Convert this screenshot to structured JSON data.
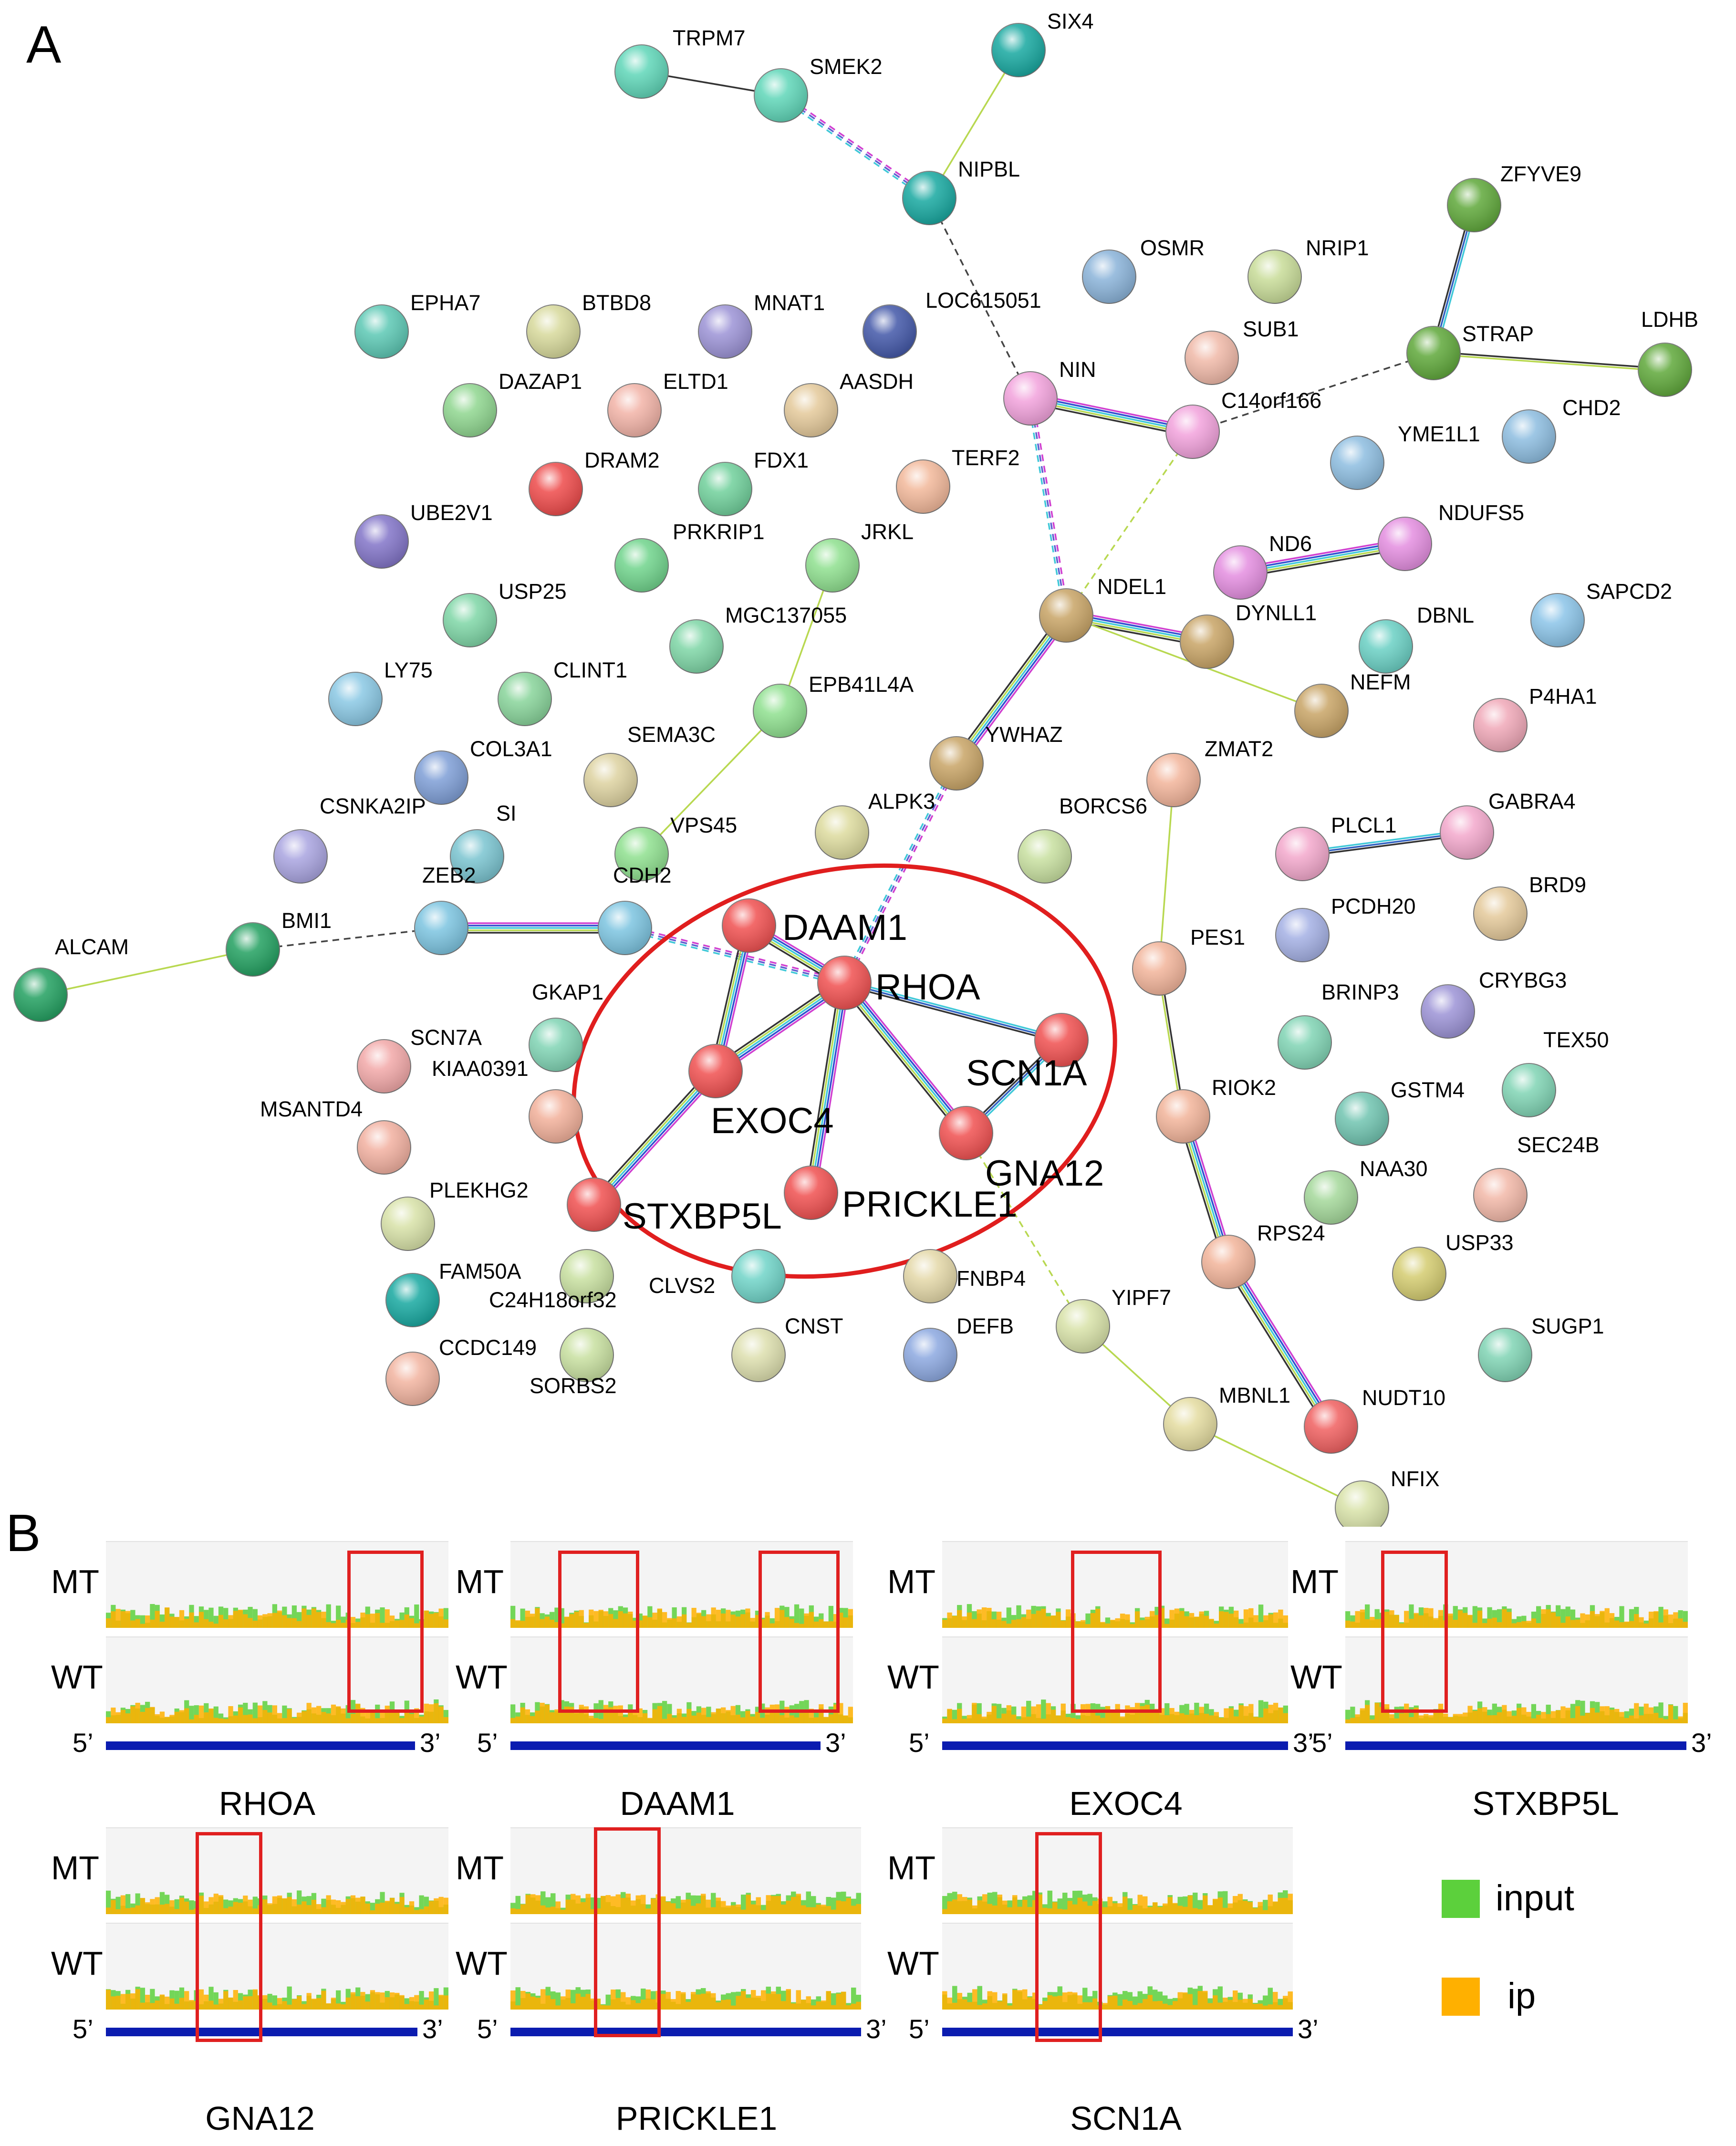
{
  "panel_a": {
    "letter": "A",
    "nodes": [
      {
        "id": "TRPM7",
        "color": "#5fd6b8"
      },
      {
        "id": "SMEK2",
        "color": "#5fd6b8"
      },
      {
        "id": "SIX4",
        "color": "#17a8a0"
      },
      {
        "id": "NIPBL",
        "color": "#17a8a0"
      },
      {
        "id": "ZFYVE9",
        "color": "#5fa83a"
      },
      {
        "id": "OSMR",
        "color": "#8ab3d9"
      },
      {
        "id": "NRIP1",
        "color": "#c8dc98"
      },
      {
        "id": "EPHA7",
        "color": "#5cc8b4"
      },
      {
        "id": "BTBD8",
        "color": "#d7d99b"
      },
      {
        "id": "MNAT1",
        "color": "#9c93d6"
      },
      {
        "id": "LOC615051",
        "color": "#4257a8"
      },
      {
        "id": "SUB1",
        "color": "#f0b9a8"
      },
      {
        "id": "STRAP",
        "color": "#5fa83a"
      },
      {
        "id": "LDHB",
        "color": "#5fa83a"
      },
      {
        "id": "DAZAP1",
        "color": "#8fd68f"
      },
      {
        "id": "ELTD1",
        "color": "#f2b3a7"
      },
      {
        "id": "AASDH",
        "color": "#e4c99a"
      },
      {
        "id": "NIN",
        "color": "#f2a2dc"
      },
      {
        "id": "C14orf166",
        "color": "#f2a2dc"
      },
      {
        "id": "YME1L1",
        "color": "#8dbde0"
      },
      {
        "id": "CHD2",
        "color": "#8dbde0"
      },
      {
        "id": "DRAM2",
        "color": "#ee4a4a"
      },
      {
        "id": "FDX1",
        "color": "#70d09b"
      },
      {
        "id": "TERF2",
        "color": "#f2b89a"
      },
      {
        "id": "UBE2V1",
        "color": "#8274c8"
      },
      {
        "id": "PRKRIP1",
        "color": "#70d48c"
      },
      {
        "id": "JRKL",
        "color": "#8fe08f"
      },
      {
        "id": "ND6",
        "color": "#e48ee0"
      },
      {
        "id": "NDUFS5",
        "color": "#e48ee0"
      },
      {
        "id": "USP25",
        "color": "#7ed6a6"
      },
      {
        "id": "MGC137055",
        "color": "#7ed6a6"
      },
      {
        "id": "NDEL1",
        "color": "#c8a466"
      },
      {
        "id": "DYNLL1",
        "color": "#c8a466"
      },
      {
        "id": "DBNL",
        "color": "#6ad0c4"
      },
      {
        "id": "SAPCD2",
        "color": "#8bc4e8"
      },
      {
        "id": "LY75",
        "color": "#8ac8e4"
      },
      {
        "id": "CLINT1",
        "color": "#88d49a"
      },
      {
        "id": "EPB41L4A",
        "color": "#8fe08f"
      },
      {
        "id": "NEFM",
        "color": "#c8a466"
      },
      {
        "id": "P4HA1",
        "color": "#f0a8b8"
      },
      {
        "id": "COL3A1",
        "color": "#7e9ed6"
      },
      {
        "id": "SEMA3C",
        "color": "#ddd2a0"
      },
      {
        "id": "YWHAZ",
        "color": "#c8a466"
      },
      {
        "id": "ZMAT2",
        "color": "#f2b49a"
      },
      {
        "id": "CSNKA2IP",
        "color": "#a9a4e0"
      },
      {
        "id": "SI",
        "color": "#7ac4d0"
      },
      {
        "id": "VPS45",
        "color": "#8fe08f"
      },
      {
        "id": "ALPK3",
        "color": "#dddb9e"
      },
      {
        "id": "BORCS6",
        "color": "#c8e0a0"
      },
      {
        "id": "PLCL1",
        "color": "#f3a8cc"
      },
      {
        "id": "GABRA4",
        "color": "#f3a8cc"
      },
      {
        "id": "ALCAM",
        "color": "#22a060"
      },
      {
        "id": "BMI1",
        "color": "#22a060"
      },
      {
        "id": "ZEB2",
        "color": "#7cc4e0"
      },
      {
        "id": "CDH2",
        "color": "#7cc4e0"
      },
      {
        "id": "DAAM1",
        "color": "#f05050"
      },
      {
        "id": "RHOA",
        "color": "#f05050"
      },
      {
        "id": "PES1",
        "color": "#f2b49a"
      },
      {
        "id": "PCDH20",
        "color": "#a4b0e4"
      },
      {
        "id": "BRD9",
        "color": "#e4c99a"
      },
      {
        "id": "GKAP1",
        "color": "#80d4b4"
      },
      {
        "id": "SCN1A",
        "color": "#f05050"
      },
      {
        "id": "CRYBG3",
        "color": "#9c93d6"
      },
      {
        "id": "SCN7A",
        "color": "#f2a8a8"
      },
      {
        "id": "KIAA0391",
        "color": "#f2b09a"
      },
      {
        "id": "EXOC4",
        "color": "#f05050"
      },
      {
        "id": "BRINP3",
        "color": "#80d4b4"
      },
      {
        "id": "TEX50",
        "color": "#80d4b4"
      },
      {
        "id": "MSANTD4",
        "color": "#f2b0a0"
      },
      {
        "id": "GNA12",
        "color": "#f05050"
      },
      {
        "id": "RIOK2",
        "color": "#f2b49a"
      },
      {
        "id": "GSTM4",
        "color": "#70c4b0"
      },
      {
        "id": "PLEKHG2",
        "color": "#d8e2a8"
      },
      {
        "id": "STXBP5L",
        "color": "#f05050"
      },
      {
        "id": "PRICKLE1",
        "color": "#f05050"
      },
      {
        "id": "NAA30",
        "color": "#a4d89a"
      },
      {
        "id": "SEC24B",
        "color": "#f2b8a8"
      },
      {
        "id": "FAM50A",
        "color": "#17a8a0"
      },
      {
        "id": "C24H18orf32",
        "color": "#c8e0a0"
      },
      {
        "id": "CLVS2",
        "color": "#70d4c8"
      },
      {
        "id": "FNBP4",
        "color": "#e4d8a8"
      },
      {
        "id": "YIPF7",
        "color": "#d8e2a8"
      },
      {
        "id": "RPS24",
        "color": "#f2b49a"
      },
      {
        "id": "USP33",
        "color": "#d4cc70"
      },
      {
        "id": "CCDC149",
        "color": "#f2b4a0"
      },
      {
        "id": "CNST",
        "color": "#dddfae"
      },
      {
        "id": "DEFB",
        "color": "#8ca8e0"
      },
      {
        "id": "SORBS2",
        "color": "#c8e0a0"
      },
      {
        "id": "MBNL1",
        "color": "#e4dca0"
      },
      {
        "id": "NUDT10",
        "color": "#f06060"
      },
      {
        "id": "SUGP1",
        "color": "#80d4b4"
      },
      {
        "id": "NFIX",
        "color": "#d8e2a8"
      }
    ]
  },
  "panel_b": {
    "letter": "B",
    "row_labels": {
      "mt": "MT",
      "wt": "WT"
    },
    "end_labels": {
      "five": "5’",
      "three": "3’"
    },
    "genes": [
      "RHOA",
      "DAAM1",
      "EXOC4",
      "STXBP5L",
      "GNA12",
      "PRICKLE1",
      "SCN1A"
    ],
    "legend": [
      {
        "label": "input",
        "color": "#5cd03c"
      },
      {
        "label": "ip",
        "color": "#ffb000"
      }
    ]
  }
}
